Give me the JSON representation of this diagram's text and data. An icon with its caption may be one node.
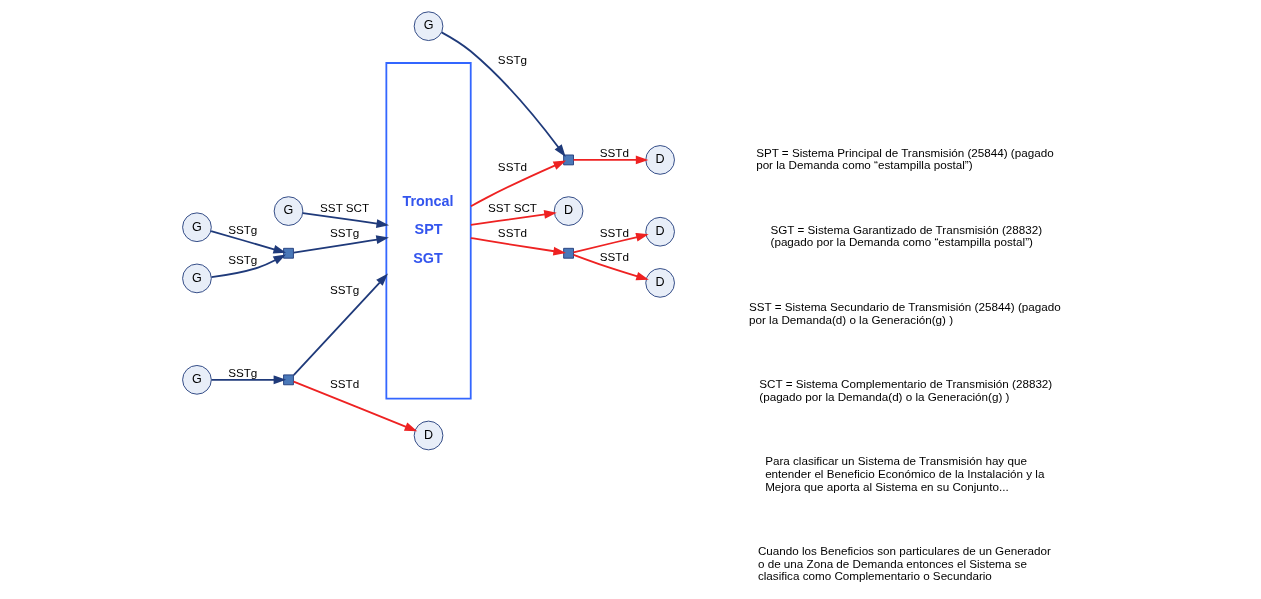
{
  "diagram": {
    "nodes": [
      {
        "text": [
          "Troncal",
          "SPT",
          "SGT"
        ]
      },
      {
        "text": [
          "G"
        ]
      },
      {
        "text": [
          "D"
        ]
      },
      {
        "text": [
          "G"
        ]
      },
      {
        "text": [],
        "shape": "box"
      },
      {
        "text": [
          "G"
        ]
      },
      {
        "text": [],
        "shape": "box"
      },
      {
        "text": [
          "D"
        ]
      },
      {
        "text": [
          "D"
        ]
      },
      {
        "text": [
          "G"
        ]
      },
      {
        "text": [],
        "shape": "box"
      },
      {
        "text": [
          "D"
        ]
      },
      {
        "text": [],
        "shape": "box"
      },
      {
        "text": [
          "G"
        ]
      },
      {
        "text": [
          "D"
        ]
      }
    ],
    "edges": [
      {
        "from": 1,
        "to": 0,
        "arrow": "to",
        "label": "SST SCT",
        "color": "#1f3a7a"
      },
      {
        "from": 0,
        "to": 2,
        "arrow": "to",
        "label": "SST SCT",
        "color": "#ee2222"
      },
      {
        "from": 3,
        "to": 4,
        "arrow": "to",
        "label": "SSTg",
        "color": "#1f3a7a"
      },
      {
        "from": 4,
        "to": 0,
        "arrow": "to",
        "label": "SSTg",
        "color": "#1f3a7a"
      },
      {
        "from": 5,
        "to": 4,
        "arrow": "to",
        "label": "SSTg",
        "color": "#1f3a7a"
      },
      {
        "from": 0,
        "to": 6,
        "arrow": "to",
        "label": "SSTd",
        "color": "#ee2222"
      },
      {
        "from": 6,
        "to": 7,
        "arrow": "to",
        "label": "SSTd",
        "color": "#ee2222"
      },
      {
        "from": 6,
        "to": 8,
        "arrow": "to",
        "label": "SSTd",
        "color": "#ee2222"
      },
      {
        "from": 9,
        "to": 10,
        "arrow": "to",
        "label": "SSTg",
        "color": "#1f3a7a"
      },
      {
        "from": 10,
        "to": 0,
        "arrow": "to",
        "label": "SSTg",
        "color": "#1f3a7a"
      },
      {
        "from": 10,
        "to": 11,
        "arrow": "to",
        "label": "SSTd",
        "color": "#ee2222"
      },
      {
        "from": 0,
        "to": 12,
        "arrow": "to",
        "label": "SSTd",
        "color": "#ee2222"
      },
      {
        "from": 13,
        "to": 12,
        "arrow": "to",
        "label": "SSTg",
        "color": "#1f3a7a"
      },
      {
        "from": 12,
        "to": 14,
        "arrow": "to",
        "label": "SSTd",
        "color": "#ee2222"
      }
    ],
    "labels": [
      "SPT = Sistema Principal de Transmisión (25844) (pagado por la Demanda como “estampilla postal”)",
      "SGT = Sistema Garantizado de Transmisión (28832) (pagado por la Demanda como “estampilla postal”)",
      "SST = Sistema Secundario de Transmisión (25844) (pagado por la Demanda(d) o la Generación(g) )",
      "SCT = Sistema Complementario de Transmisión (28832) (pagado por la Demanda(d) o la Generación(g) )",
      "Para clasificar un Sistema de Transmisión hay que entender el Beneficio Económico de la Instalación y la Mejora que aporta al Sistema en su Conjunto...",
      "Cuando los Beneficios son particulares de un Generador o de una Zona de Demanda entonces el Sistema se clasifica como Complementario o Secundario"
    ]
  }
}
